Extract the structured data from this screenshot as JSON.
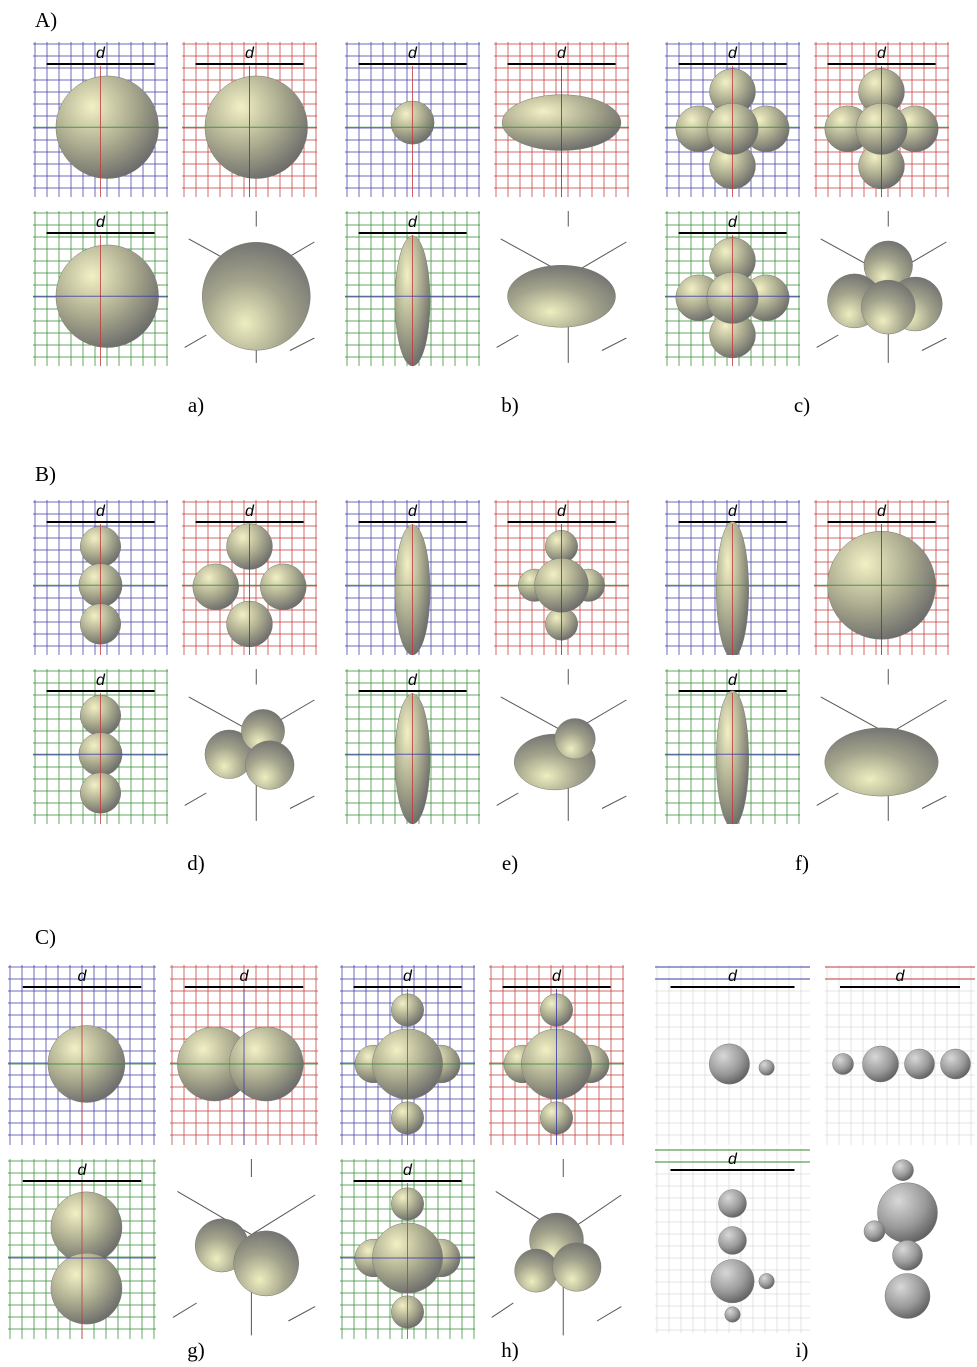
{
  "sections": [
    {
      "label": "A)",
      "figures": [
        {
          "caption": "a)"
        },
        {
          "caption": "b)"
        },
        {
          "caption": "c)"
        }
      ]
    },
    {
      "label": "B)",
      "figures": [
        {
          "caption": "d)"
        },
        {
          "caption": "e)"
        },
        {
          "caption": "f)"
        }
      ]
    },
    {
      "label": "C)",
      "figures": [
        {
          "caption": "g)"
        },
        {
          "caption": "h)"
        },
        {
          "caption": "i)"
        }
      ]
    }
  ],
  "axis_symbol": "d",
  "colors": {
    "top_view_grid": "#3a3aa8",
    "front_view_grid": "#c23a3a",
    "side_view_grid": "#2f8a2f",
    "blob_light": "#f2f0c4",
    "blob_mid": "#a9a98e",
    "blob_dark": "#6a6a6a"
  }
}
